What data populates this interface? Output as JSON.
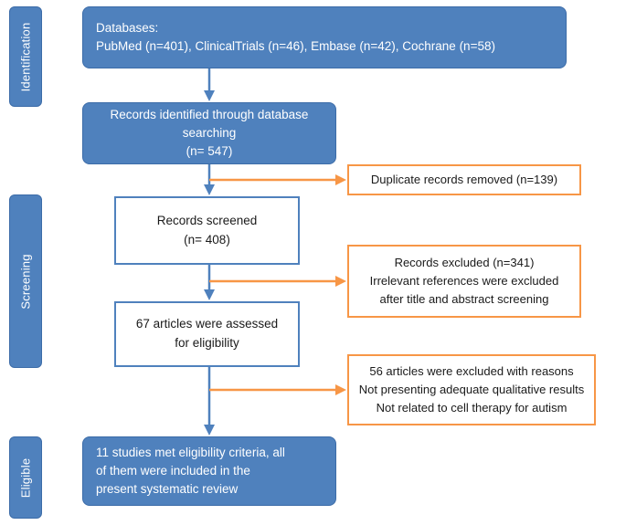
{
  "colors": {
    "blue_fill": "#4f81bd",
    "blue_border": "#3c6ca8",
    "orange": "#f79646",
    "text_on_blue": "#ffffff",
    "text": "#1a1a1a"
  },
  "stages": {
    "identification": "Identification",
    "screening": "Screening",
    "eligible": "Eligible"
  },
  "boxes": {
    "databases": "Databases:\nPubMed (n=401), ClinicalTrials (n=46), Embase (n=42), Cochrane (n=58)",
    "identified": "Records identified through database\nsearching\n(n= 547)",
    "screened": "Records screened\n(n= 408)",
    "assessed": "67 articles were assessed\nfor eligibility",
    "included": "11 studies met eligibility criteria, all\nof them were included in the\npresent systematic review",
    "duplicates": "Duplicate records removed (n=139)",
    "excluded": "Records excluded (n=341)\nIrrelevant references were excluded\nafter title and abstract screening",
    "reasons": "56 articles were excluded with reasons\nNot presenting adequate qualitative results\nNot related to cell therapy for autism"
  }
}
